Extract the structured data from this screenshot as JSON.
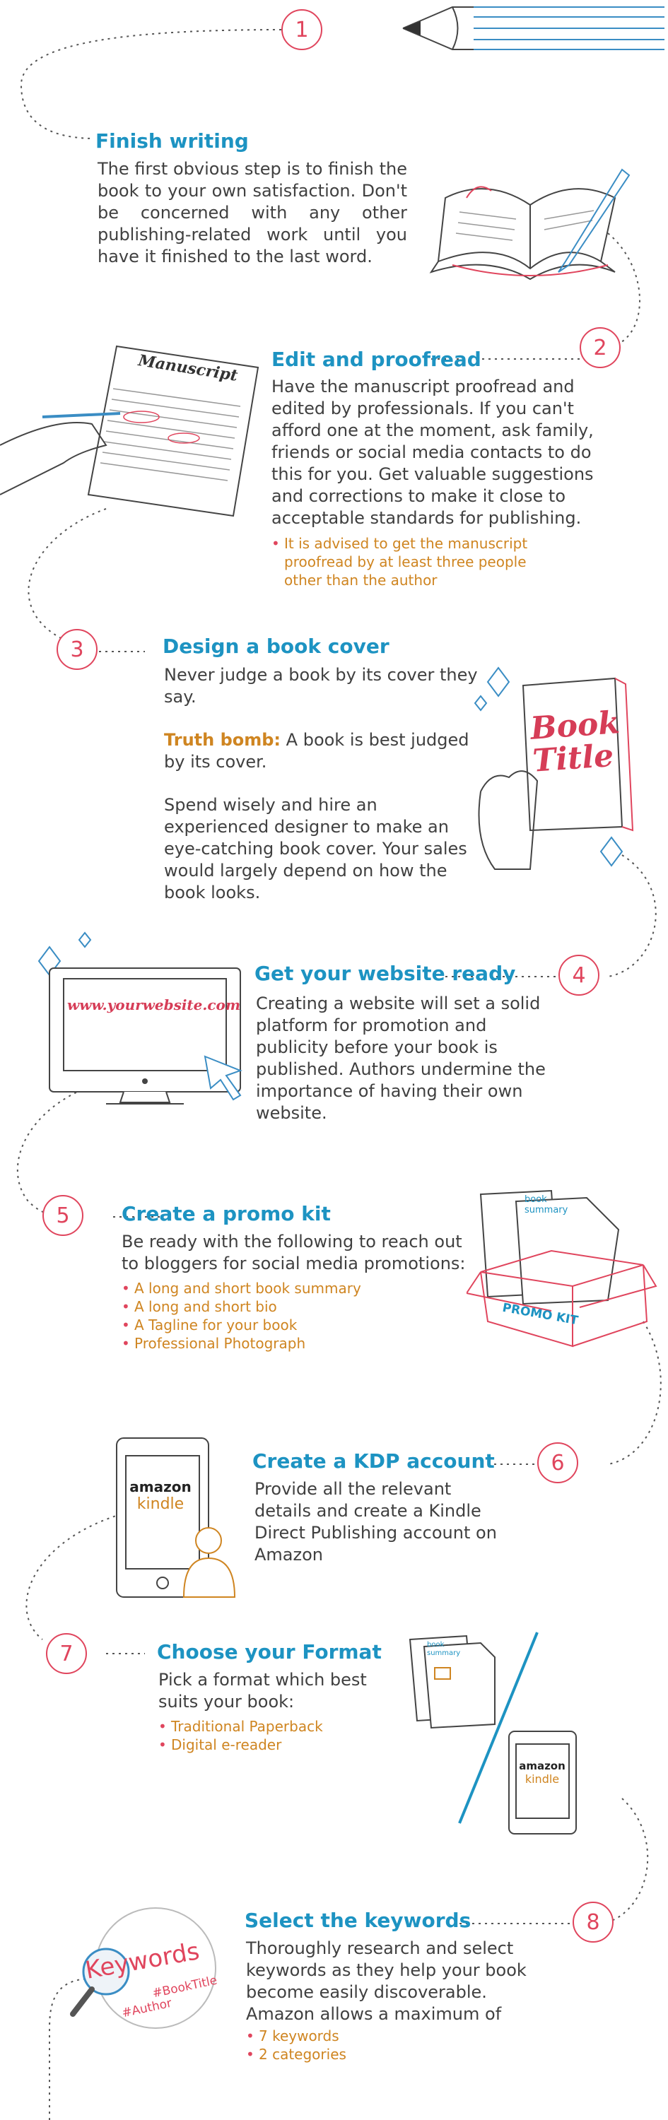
{
  "steps": [
    {
      "number": "1",
      "title": "Finish writing",
      "body": "The first obvious step is to finish the book to your own satisfaction. Don't be concerned with any other publishing-related work until you have it finished to the last word."
    },
    {
      "number": "2",
      "title": "Edit and proofread",
      "body": "Have the manuscript proofread and edited by professionals. If you can't afford one at  the moment, ask family, friends or social media contacts to do this for you. Get valuable suggestions and corrections to make it close to acceptable standards for publishing.",
      "bullets": [
        "It is advised to get the manuscript proofread by at least three people other than the author"
      ]
    },
    {
      "number": "3",
      "title": "Design a book cover",
      "body_1": "Never judge a book by its cover they say.",
      "truth_label": "Truth bomb:",
      "truth_text": " A book is best judged by its cover.",
      "body_2": "Spend wisely and hire an experienced designer to make an eye-catching book cover. Your sales would largely depend on how the book looks."
    },
    {
      "number": "4",
      "title": "Get your website ready",
      "body": "Creating a website will set a solid platform for promotion and publicity before your book is published. Authors undermine the importance of having their own website."
    },
    {
      "number": "5",
      "title": "Create a promo kit",
      "body": "Be ready with the following to reach out to bloggers for social media promotions:",
      "bullets": [
        "A long and short book summary",
        "A long and short bio",
        "A Tagline for your book",
        "Professional Photograph"
      ]
    },
    {
      "number": "6",
      "title": "Create a KDP account",
      "body": "Provide all the relevant details and create a Kindle Direct Publishing account on Amazon"
    },
    {
      "number": "7",
      "title": "Choose your Format",
      "body": "Pick a format which best suits your book:",
      "bullets": [
        "Traditional Paperback",
        "Digital e-reader"
      ]
    },
    {
      "number": "8",
      "title": "Select the keywords",
      "body": "Thoroughly research and select keywords as they help your book become easily discoverable. Amazon allows a maximum of",
      "bullets": [
        "7 keywords",
        "2 categories"
      ]
    }
  ],
  "illustrations": {
    "manuscript_title": "Manuscript",
    "book_cover_title_1": "Book",
    "book_cover_title_2": "Title",
    "website_url": "www.yourwebsite.com",
    "promo_kit_label": "PROMO KIT",
    "book_summary_label_1": "book",
    "book_summary_label_2": "summary",
    "format_summary_label_1": "book",
    "format_summary_label_2": "summary",
    "amazon_label": "amazon",
    "kindle_label": "kindle",
    "amazon_label_2": "amazon",
    "kindle_label_2": "kindle",
    "keywords_word": "Keywords",
    "hashtag_1": "#BookTitle",
    "hashtag_2": "#Author"
  },
  "colors": {
    "accent_red": "#e0455d",
    "title_blue": "#1d93c2",
    "body_gray": "#404040",
    "bullet_orange": "#cf8521"
  }
}
